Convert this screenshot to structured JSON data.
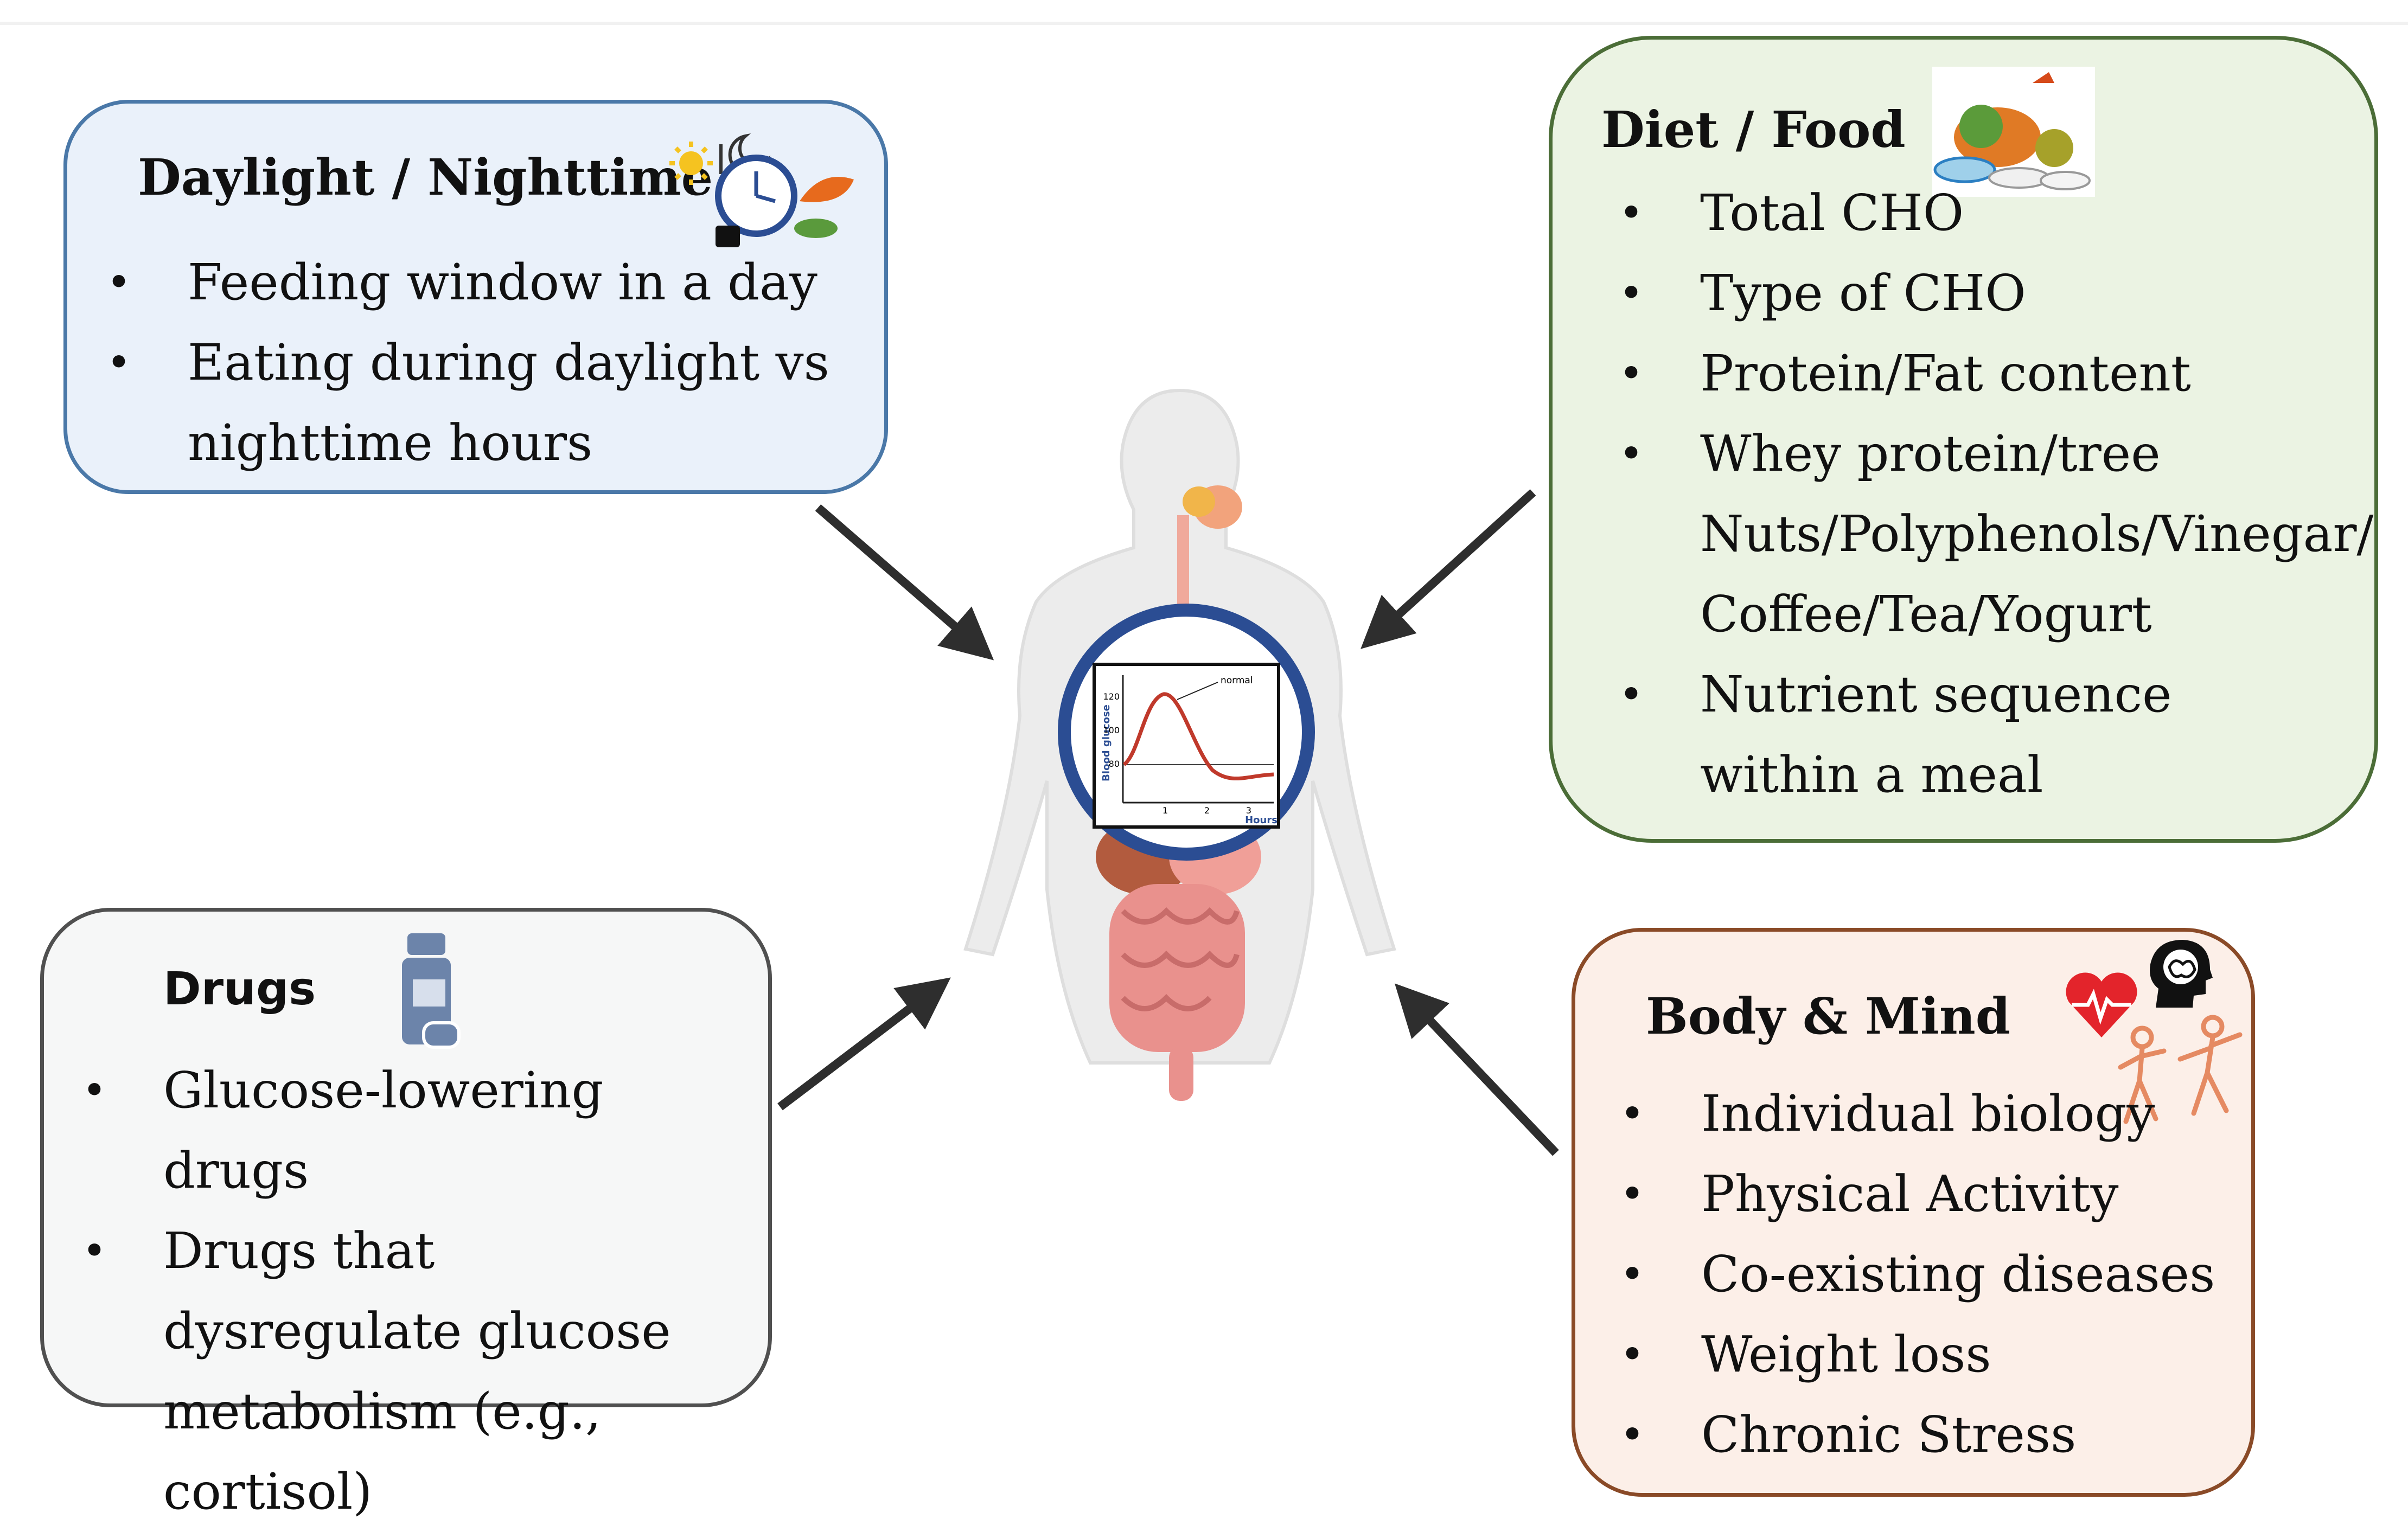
{
  "daylight": {
    "title": "Daylight / Nighttime",
    "items": [
      "Feeding window in a day",
      "Eating during daylight vs nighttime hours"
    ]
  },
  "diet": {
    "title": "Diet / Food",
    "items": [
      "Total CHO",
      "Type of CHO",
      "Protein/Fat content",
      "Whey protein/tree Nuts/Polyphenols/Vinegar/ Coffee/Tea/Yogurt",
      "Nutrient sequence within a meal"
    ]
  },
  "drugs": {
    "title": "Drugs",
    "items": [
      "Glucose-lowering drugs",
      "Drugs that dysregulate glucose metabolism (e.g., cortisol)"
    ]
  },
  "body_mind": {
    "title": "Body & Mind",
    "items": [
      "Individual biology",
      "Physical Activity",
      "Co-existing diseases",
      "Weight loss",
      "Chronic Stress"
    ]
  },
  "center": {
    "chart": {
      "ylabel": "Blood glucose",
      "yticks": [
        "120",
        "100",
        "80"
      ],
      "xlabel": "Hours",
      "xticks": [
        "1",
        "2",
        "3"
      ],
      "curve_label": "normal"
    }
  },
  "colors": {
    "daylight_border": "#4a78a8",
    "diet_border": "#4b6d37",
    "drugs_border": "#505050",
    "body_border": "#8a4a27",
    "ring": "#2b4d93",
    "arrow": "#2e2e2e"
  }
}
